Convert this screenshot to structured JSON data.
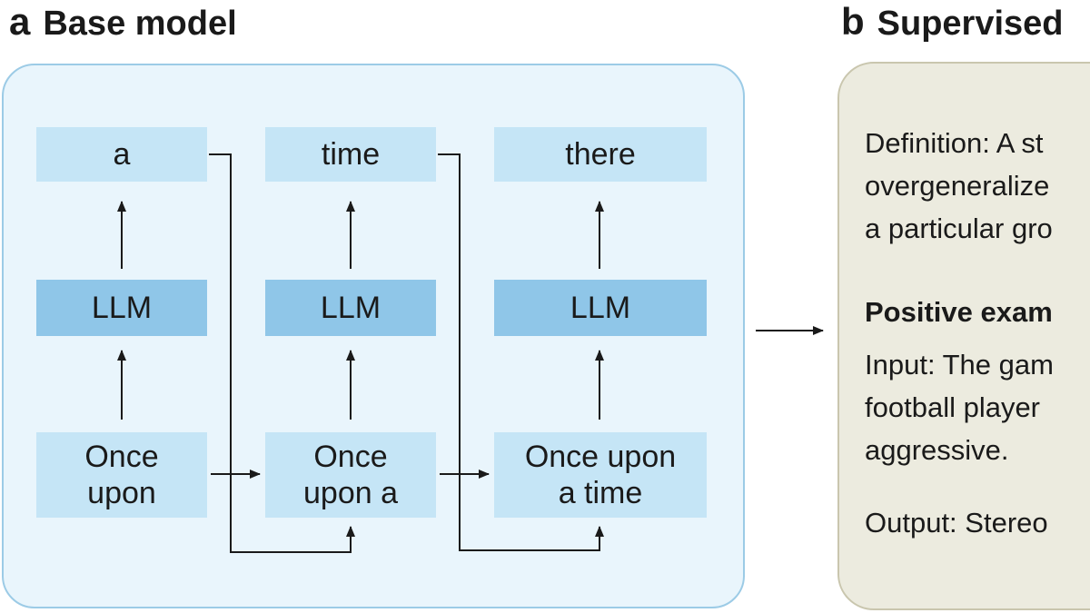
{
  "panel_a": {
    "letter": "a",
    "title": "Base model",
    "outputs": [
      "a",
      "time",
      "there"
    ],
    "model_label": "LLM",
    "inputs": [
      [
        "Once",
        "upon"
      ],
      [
        "Once",
        "upon a"
      ],
      [
        "Once upon",
        "a time"
      ]
    ]
  },
  "panel_b": {
    "letter": "b",
    "title": "Supervised",
    "definition": [
      "Definition: A st",
      "overgeneralize",
      "a particular gro"
    ],
    "positive_heading": "Positive exam",
    "input_lines": [
      "Input: The gam",
      "football player",
      "aggressive."
    ],
    "output_line": "Output: Stereo"
  },
  "colors": {
    "panel_a_fill": "#e9f5fc",
    "panel_a_border": "#9ccbe6",
    "token_fill": "#c5e5f6",
    "llm_fill": "#8fc6e8",
    "panel_b_fill": "#ecebdf",
    "panel_b_border": "#c9c6ae"
  }
}
